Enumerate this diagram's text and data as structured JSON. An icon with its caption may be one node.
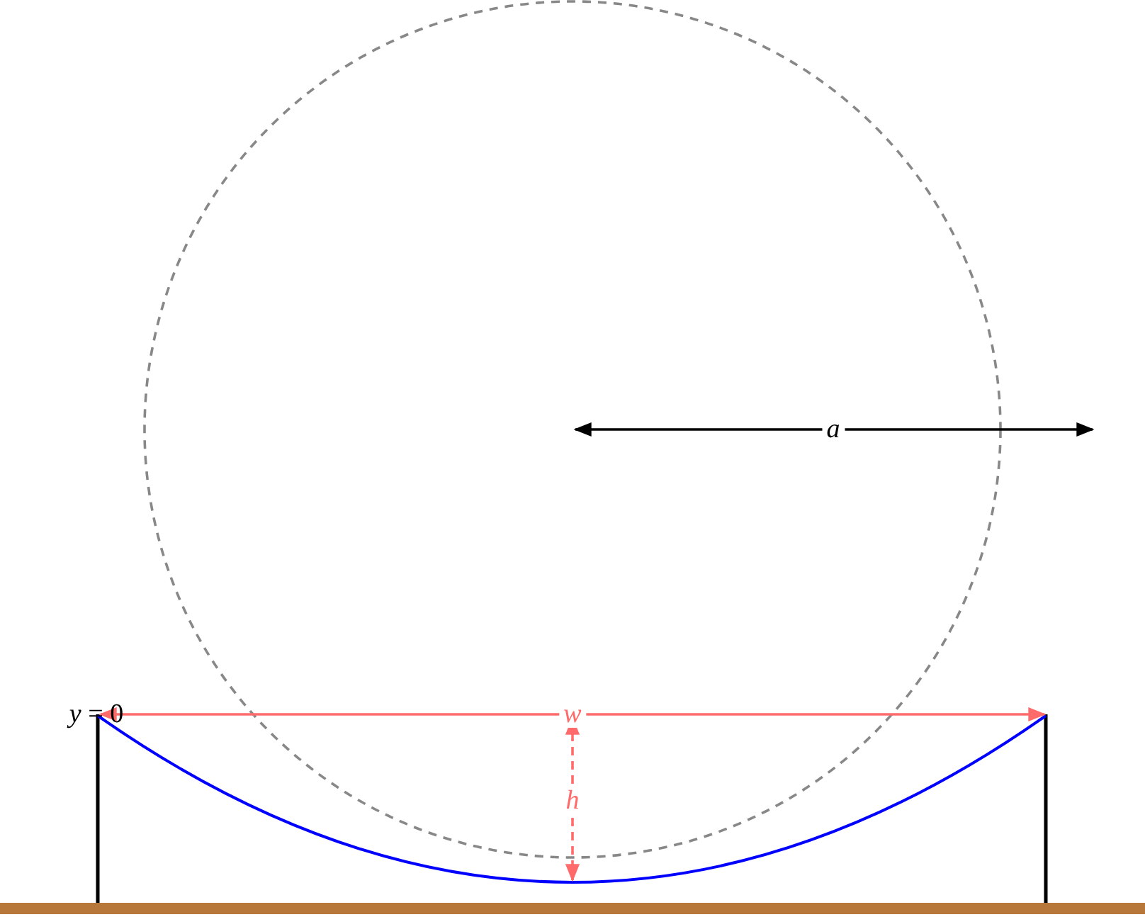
{
  "diagram": {
    "labels": [
      "a",
      "*y* = 0",
      "w",
      "h"
    ]
  }
}
